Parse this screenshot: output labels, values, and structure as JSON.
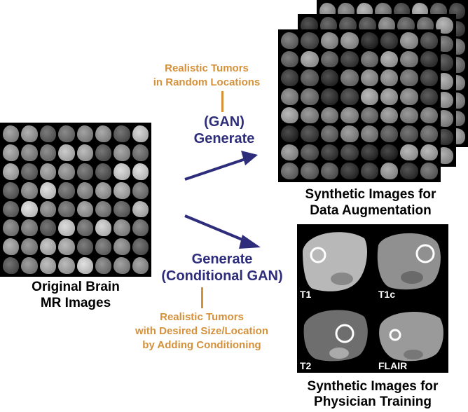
{
  "labels": {
    "original": [
      "Original Brain",
      "MR Images"
    ],
    "augmentation": [
      "Synthetic Images for",
      "Data Augmentation"
    ],
    "physician": [
      "Synthetic Images for",
      "Physician Training"
    ]
  },
  "annotations": {
    "random": [
      "Realistic Tumors",
      "in Random Locations"
    ],
    "conditional": [
      "Realistic Tumors",
      "with Desired Size/Location",
      "by Adding Conditioning"
    ]
  },
  "actions": {
    "gan": [
      "(GAN)",
      "Generate"
    ],
    "cgan": [
      "Generate",
      "(Conditional GAN)"
    ]
  },
  "modalities": [
    "T1",
    "T1c",
    "T2",
    "FLAIR"
  ],
  "colors": {
    "navy": "#2e2d7c",
    "orange": "#d4913a"
  }
}
